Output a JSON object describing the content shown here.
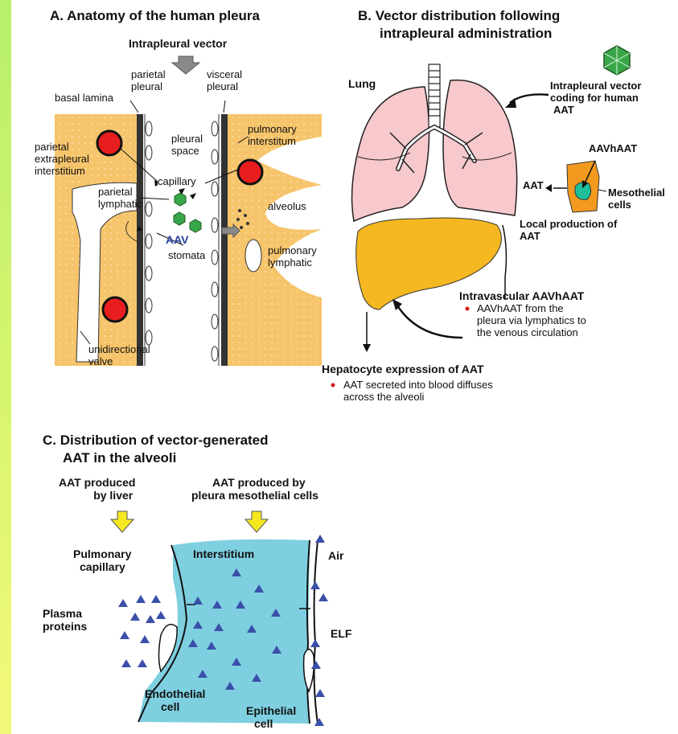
{
  "panel_a": {
    "title": "A. Anatomy of the human pleura",
    "vector_label": "Intrapleural vector",
    "labels": {
      "parietal_pleural_1": "parietal",
      "parietal_pleural_2": "pleural",
      "visceral_pleural_1": "visceral",
      "visceral_pleural_2": "pleural",
      "basal_lamina": "basal lamina",
      "pleural_space_1": "pleural",
      "pleural_space_2": "space",
      "pulmonary_interstitum_1": "pulmonary",
      "pulmonary_interstitum_2": "interstitum",
      "parietal_extrapleural_1": "parietal",
      "parietal_extrapleural_2": "extrapleural",
      "parietal_extrapleural_3": "interstitium",
      "capillary": "capillary",
      "parietal_lymphatic_1": "parietal",
      "parietal_lymphatic_2": "lymphatic",
      "alveolus": "alveolus",
      "aav": "AAV",
      "stomata": "stomata",
      "pulmonary_lymphatic_1": "pulmonary",
      "pulmonary_lymphatic_2": "lymphatic",
      "unidirectional_1": "unidirectional",
      "unidirectional_2": "valve"
    }
  },
  "panel_b": {
    "title_1": "B. Vector distribution following",
    "title_2": "intrapleural administration",
    "lung": "Lung",
    "vector_note_1": "Intrapleural vector",
    "vector_note_2": "coding for human",
    "vector_note_3": "AAT",
    "aavhaat": "AAVhAAT",
    "aat": "AAT",
    "mesothelial_1": "Mesothelial",
    "mesothelial_2": "cells",
    "local_1": "Local production of",
    "local_2": "AAT",
    "intravascular": "Intravascular AAVhAAT",
    "intravascular_bullet_1": "AAVhAAT from the",
    "intravascular_bullet_2": "pleura via lymphatics to",
    "intravascular_bullet_3": "the venous circulation",
    "hepatocyte": "Hepatocyte expression of AAT",
    "hepatocyte_bullet_1": "AAT secreted into blood diffuses",
    "hepatocyte_bullet_2": "across the alveoli"
  },
  "panel_c": {
    "title_1": "C. Distribution of vector-generated",
    "title_2": "AAT in the alveoli",
    "liver_1": "AAT produced",
    "liver_2": "by liver",
    "pleura_1": "AAT produced by",
    "pleura_2": "pleura mesothelial cells",
    "pulm_cap_1": "Pulmonary",
    "pulm_cap_2": "capillary",
    "plasma_1": "Plasma",
    "plasma_2": "proteins",
    "interstitium": "Interstitium",
    "air": "Air",
    "elf": "ELF",
    "endothelial_1": "Endothelial",
    "endothelial_2": "cell",
    "epithelial_1": "Epithelial",
    "epithelial_2": "cell"
  },
  "colors": {
    "side_bar": "#c8f26e",
    "tissue_orange": "#f6c46a",
    "capillary_red": "#e81e1e",
    "lung_pink": "#f7c9cc",
    "liver_gold": "#f5b820",
    "cell_orange": "#f39a1e",
    "vector_green": "#3aa64a",
    "interstitium_blue": "#7ecfe0",
    "triangle_blue": "#3a4fa8",
    "arrow_yellow": "#f6e820"
  }
}
